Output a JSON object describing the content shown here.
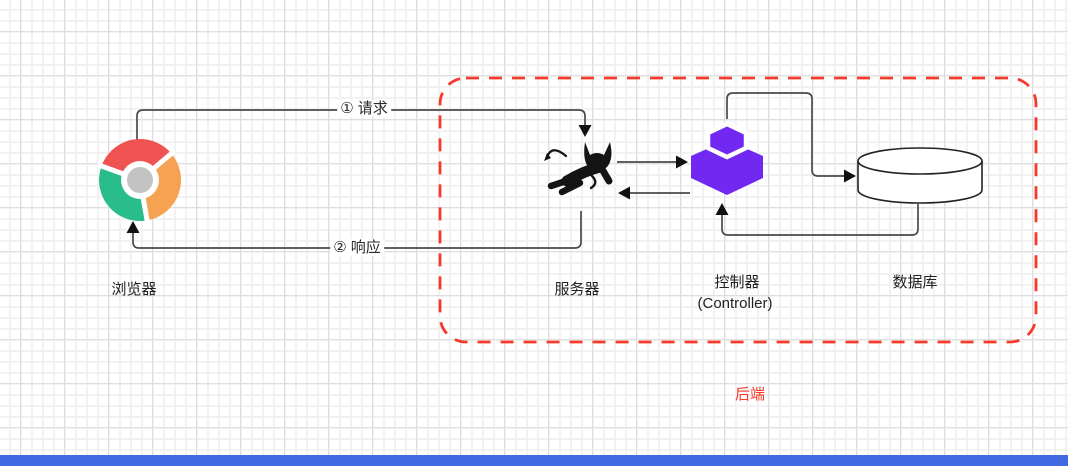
{
  "diagram": {
    "nodes": {
      "browser": {
        "label": "浏览器"
      },
      "server": {
        "label": "服务器"
      },
      "controller": {
        "label": "控制器",
        "sublabel": "(Controller)"
      },
      "database": {
        "label": "数据库"
      }
    },
    "edges": {
      "request": {
        "label": "① 请求"
      },
      "response": {
        "label": "② 响应"
      }
    },
    "backend_box": {
      "label": "后端",
      "color": "#f7392b"
    }
  },
  "colors": {
    "chrome_red": "#ee5352",
    "chrome_green": "#2abd8c",
    "chrome_orange": "#f5a352",
    "chrome_gray": "#c3c3c3",
    "controller_purple": "#7129f2",
    "tomcat_black": "#141414",
    "line": "#4a4a4a",
    "arrowhead": "#111111",
    "shape_stroke": "#222222",
    "bottom_bar_blue": "#4169e1"
  }
}
